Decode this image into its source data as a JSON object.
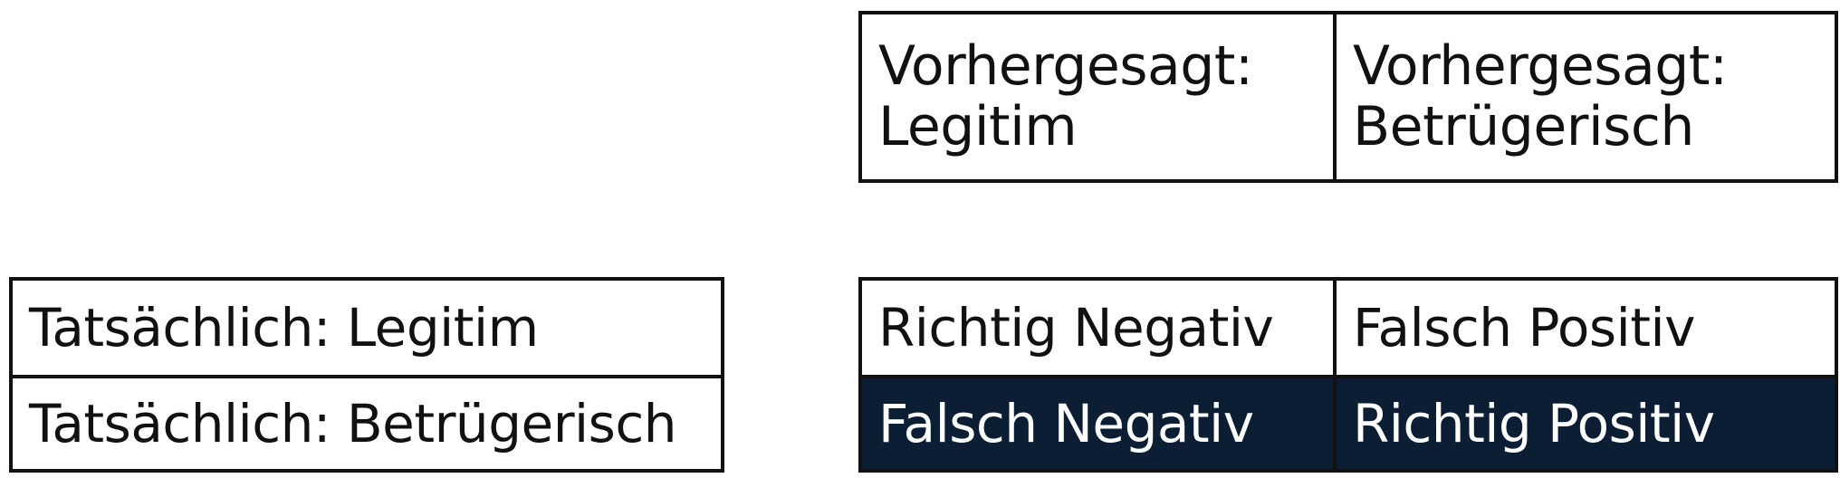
{
  "header": {
    "predicted_legit_line1": "Vorhergesagt:",
    "predicted_legit_line2": "Legitim",
    "predicted_fraud_line1": "Vorhergesagt:",
    "predicted_fraud_line2": "Betrügerisch"
  },
  "rows": {
    "actual_legit": "Tatsächlich: Legitim",
    "actual_fraud": "Tatsächlich: Betrügerisch"
  },
  "matrix": {
    "true_negative": "Richtig Negativ",
    "false_positive": "Falsch Positiv",
    "false_negative": "Falsch Negativ",
    "true_positive": "Richtig Positiv"
  },
  "colors": {
    "border": "#111111",
    "dark_fill": "#0b1e33",
    "dark_text": "#ffffff"
  }
}
